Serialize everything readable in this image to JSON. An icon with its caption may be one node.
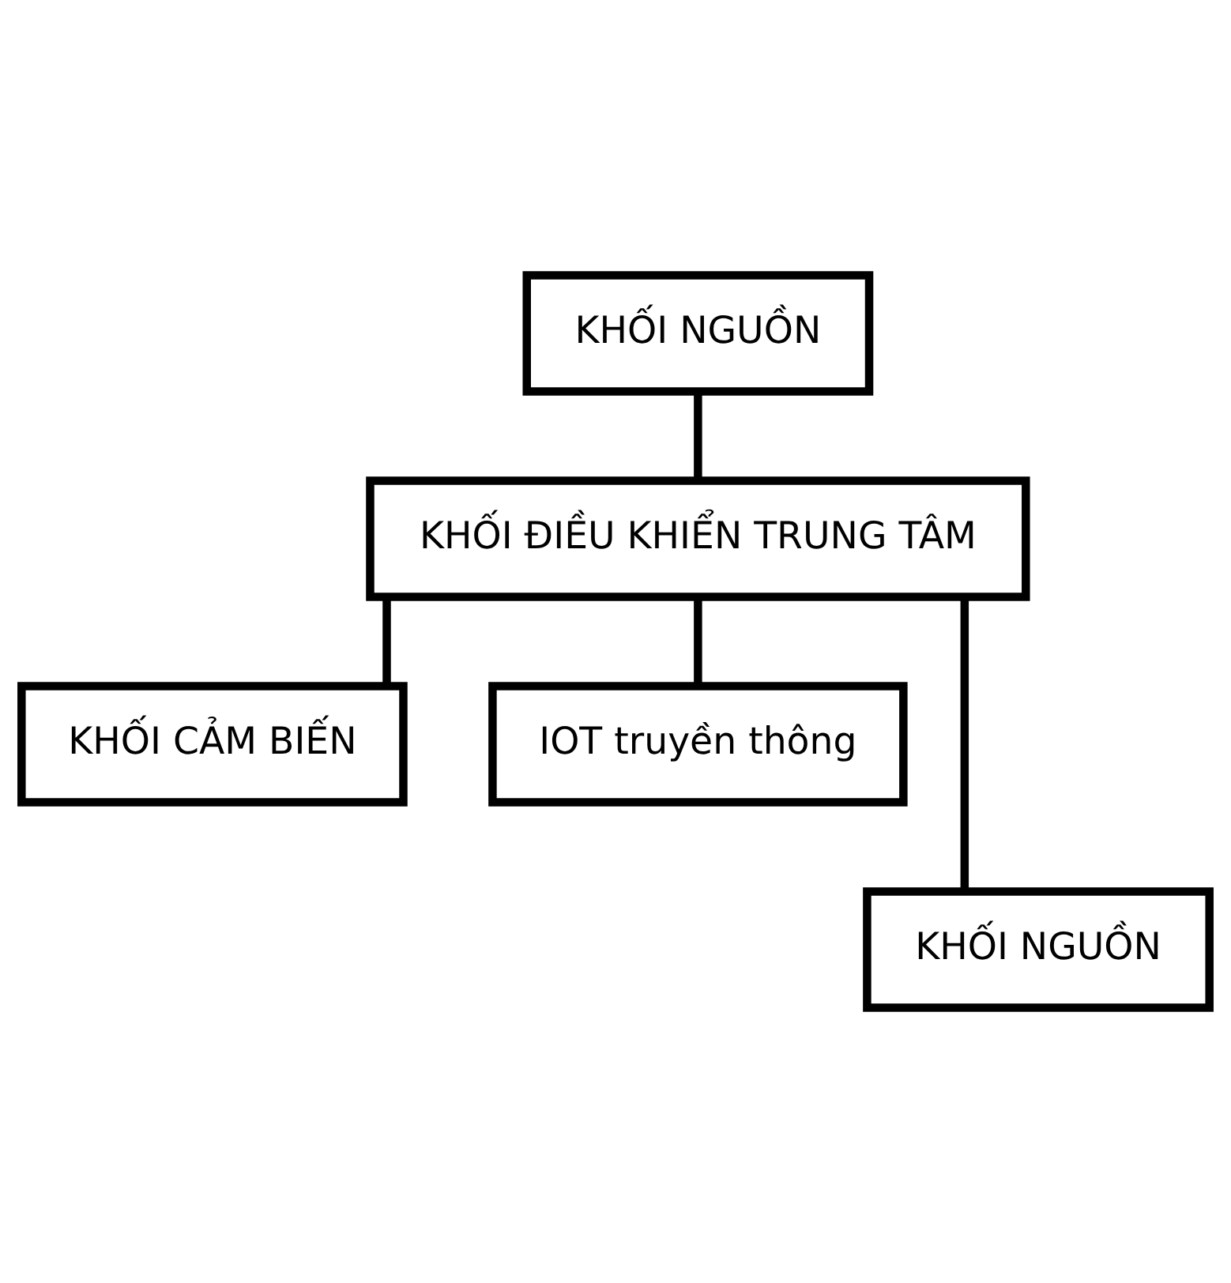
{
  "diagram": {
    "nodes": [
      {
        "text": [
          "KHỐI NGUỒN"
        ]
      },
      {
        "text": [
          "KHỐI ĐIỀU KHIỂN TRUNG TÂM"
        ]
      },
      {
        "text": [
          "KHỐI CẢM BIẾN"
        ]
      },
      {
        "text": [
          "IOT truyền thông"
        ]
      },
      {
        "text": [
          "KHỐI NGUỒN"
        ]
      }
    ],
    "edges": [
      {
        "from": 0,
        "to": 1,
        "arrow": "none"
      },
      {
        "from": 1,
        "to": 2,
        "arrow": "none"
      },
      {
        "from": 1,
        "to": 4,
        "arrow": "none"
      },
      {
        "from": 1,
        "to": 3,
        "arrow": "none"
      }
    ]
  }
}
